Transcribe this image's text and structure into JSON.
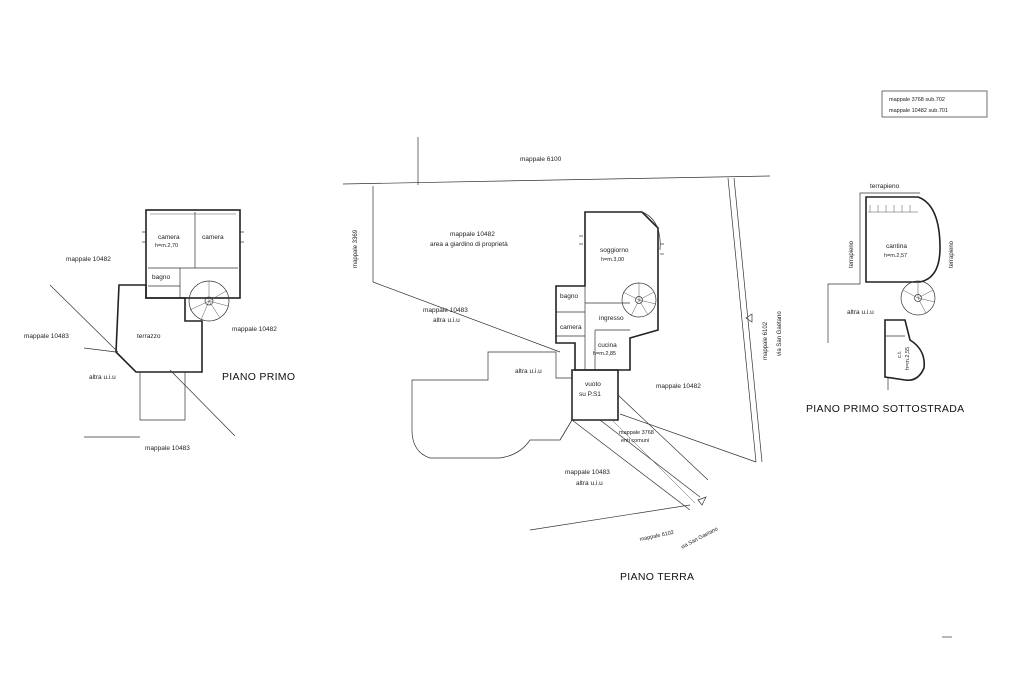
{
  "legend": {
    "line1": "mappale  3768 sub.702",
    "line2": "mappale 10482 sub.701"
  },
  "piano_primo": {
    "title": "PIANO PRIMO",
    "camera_1": "camera",
    "camera_1_height": "h=m.2,70",
    "camera_2": "camera",
    "bagno": "bagno",
    "terrazzo": "terrazzo",
    "mappale_10482_left": "mappale 10482",
    "mappale_10482_right": "mappale 10482",
    "mappale_10483_left": "mappale 10483",
    "mappale_10483_bottom": "mappale 10483",
    "altra_uiu": "altra u.i.u"
  },
  "piano_terra": {
    "title": "PIANO TERRA",
    "mappale_6100": "mappale 6100",
    "mappale_3369": "mappale 3369",
    "mappale_10482_garden": "mappale 10482",
    "garden": "area a giardino di proprietà",
    "mappale_10483_left": "mappale 10483",
    "altra_uiu_1": "altra u.i.u",
    "soggiorno": "soggiorno",
    "soggiorno_height": "h=m.3,00",
    "bagno": "bagno",
    "ingresso": "ingresso",
    "camera": "camera",
    "cucina": "cucina",
    "cucina_height": "h=m.2,85",
    "vuoto": "vuoto",
    "vuoto_sub": "su P.S1",
    "altra_uiu_2": "altra u.i.u",
    "mappale_10482_right": "mappale 10482",
    "mappale_3768": "mappale 3768",
    "enti_comuni": "enti comuni",
    "mappale_10483_bottom": "mappale 10483",
    "altra_uiu_3": "altra u.i.u",
    "mappale_6102_right": "mappale 6102",
    "via_right": "via San Gaetano",
    "mappale_6102_bottom": "mappale 6102",
    "via_bottom": "via San Gaetano"
  },
  "piano_sottostrada": {
    "title": "PIANO PRIMO SOTTOSTRADA",
    "terrapieno_top": "terrapieno",
    "terrapieno_left": "terrapieno",
    "terrapieno_right": "terrapieno",
    "cantina": "cantina",
    "cantina_height": "h=m.2,57",
    "altra_uiu": "altra u.i.u",
    "cl": "c.t.",
    "cl_height": "h=m.2,55"
  }
}
